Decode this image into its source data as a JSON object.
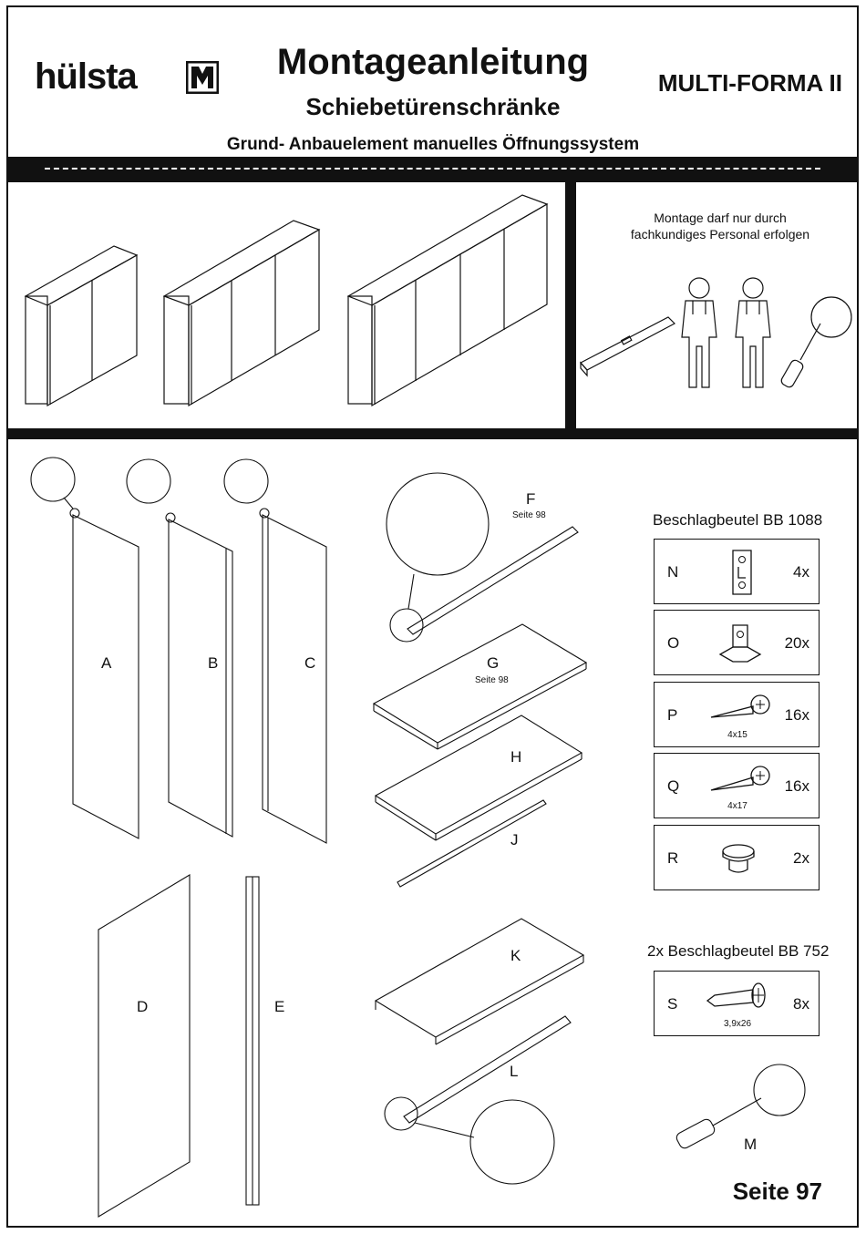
{
  "header": {
    "brand": "hülsta",
    "title": "Montageanleitung",
    "subtitle": "Schiebetürenschränke",
    "product": "MULTI-FORMA II",
    "element_line": "Grund- Anbauelement manuelles Öffnungssystem"
  },
  "notice": {
    "line1": "Montage darf nur durch",
    "line2": "fachkundiges Personal erfolgen"
  },
  "icons": [
    "spirit-level-icon",
    "worker-icon",
    "worker-icon",
    "screwdriver-icon",
    "hulsta-logo-mark"
  ],
  "parts": {
    "A": "A",
    "B": "B",
    "C": "C",
    "D": "D",
    "E": "E",
    "F": "F",
    "F_ref": "Seite 98",
    "G": "G",
    "G_ref": "Seite 98",
    "H": "H",
    "J": "J",
    "K": "K",
    "L": "L",
    "M": "M"
  },
  "bag1": {
    "heading": "Beschlagbeutel BB 1088",
    "items": [
      {
        "code": "N",
        "qty": "4x",
        "size": ""
      },
      {
        "code": "O",
        "qty": "20x",
        "size": ""
      },
      {
        "code": "P",
        "qty": "16x",
        "size": "4x15"
      },
      {
        "code": "Q",
        "qty": "16x",
        "size": "4x17"
      },
      {
        "code": "R",
        "qty": "2x",
        "size": ""
      }
    ]
  },
  "bag2": {
    "heading": "2x Beschlagbeutel BB 752",
    "items": [
      {
        "code": "S",
        "qty": "8x",
        "size": "3,9x26"
      }
    ]
  },
  "footer": {
    "page": "Seite 97"
  }
}
